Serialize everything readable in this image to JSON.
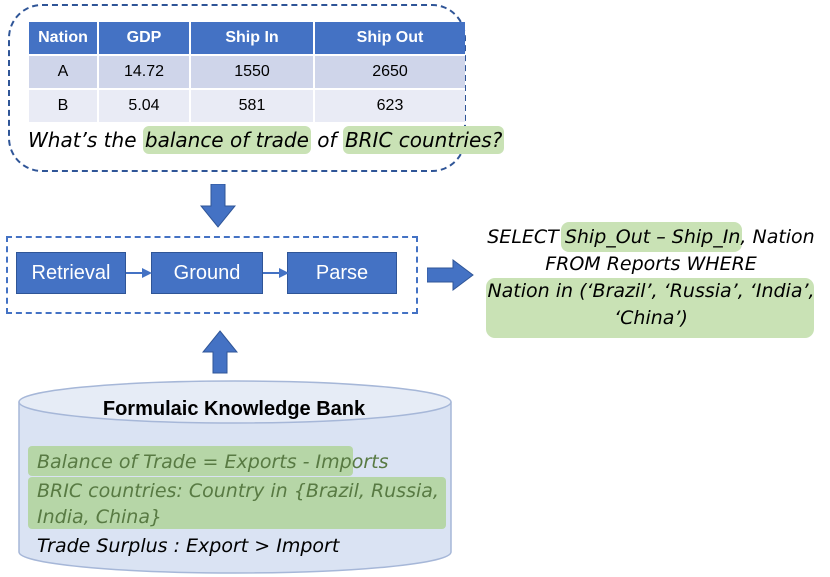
{
  "table": {
    "headers": [
      "Nation",
      "GDP",
      "Ship In",
      "Ship Out"
    ],
    "rows": [
      [
        "A",
        "14.72",
        "1550",
        "2650"
      ],
      [
        "B",
        "5.04",
        "581",
        "623"
      ]
    ]
  },
  "question": {
    "prefix": "What’s the ",
    "highlight1": "balance of trade",
    "middle": " of ",
    "highlight2": "BRIC countries?"
  },
  "pipeline": {
    "steps": [
      "Retrieval",
      "Ground",
      "Parse"
    ]
  },
  "sql": {
    "line1_prefix": "SELECT ",
    "line1_highlight": "Ship_Out – Ship_In,",
    "line1_suffix": " Nation",
    "line2": "FROM Reports WHERE",
    "line3": "Nation in (‘Brazil’, ‘Russia’, ‘India’,",
    "line4": "‘China’)"
  },
  "knowledge_bank": {
    "title": "Formulaic Knowledge Bank",
    "items": [
      "Balance of Trade = Exports - Imports",
      "BRIC countries: Country in {Brazil, Russia,",
      "India, China}",
      "Trade Surplus : Export > Import"
    ]
  },
  "colors": {
    "accent": "#4472c4",
    "dark_accent": "#2f5597",
    "highlight": "#c9e2b5",
    "cylinder": "#dae3f3"
  }
}
